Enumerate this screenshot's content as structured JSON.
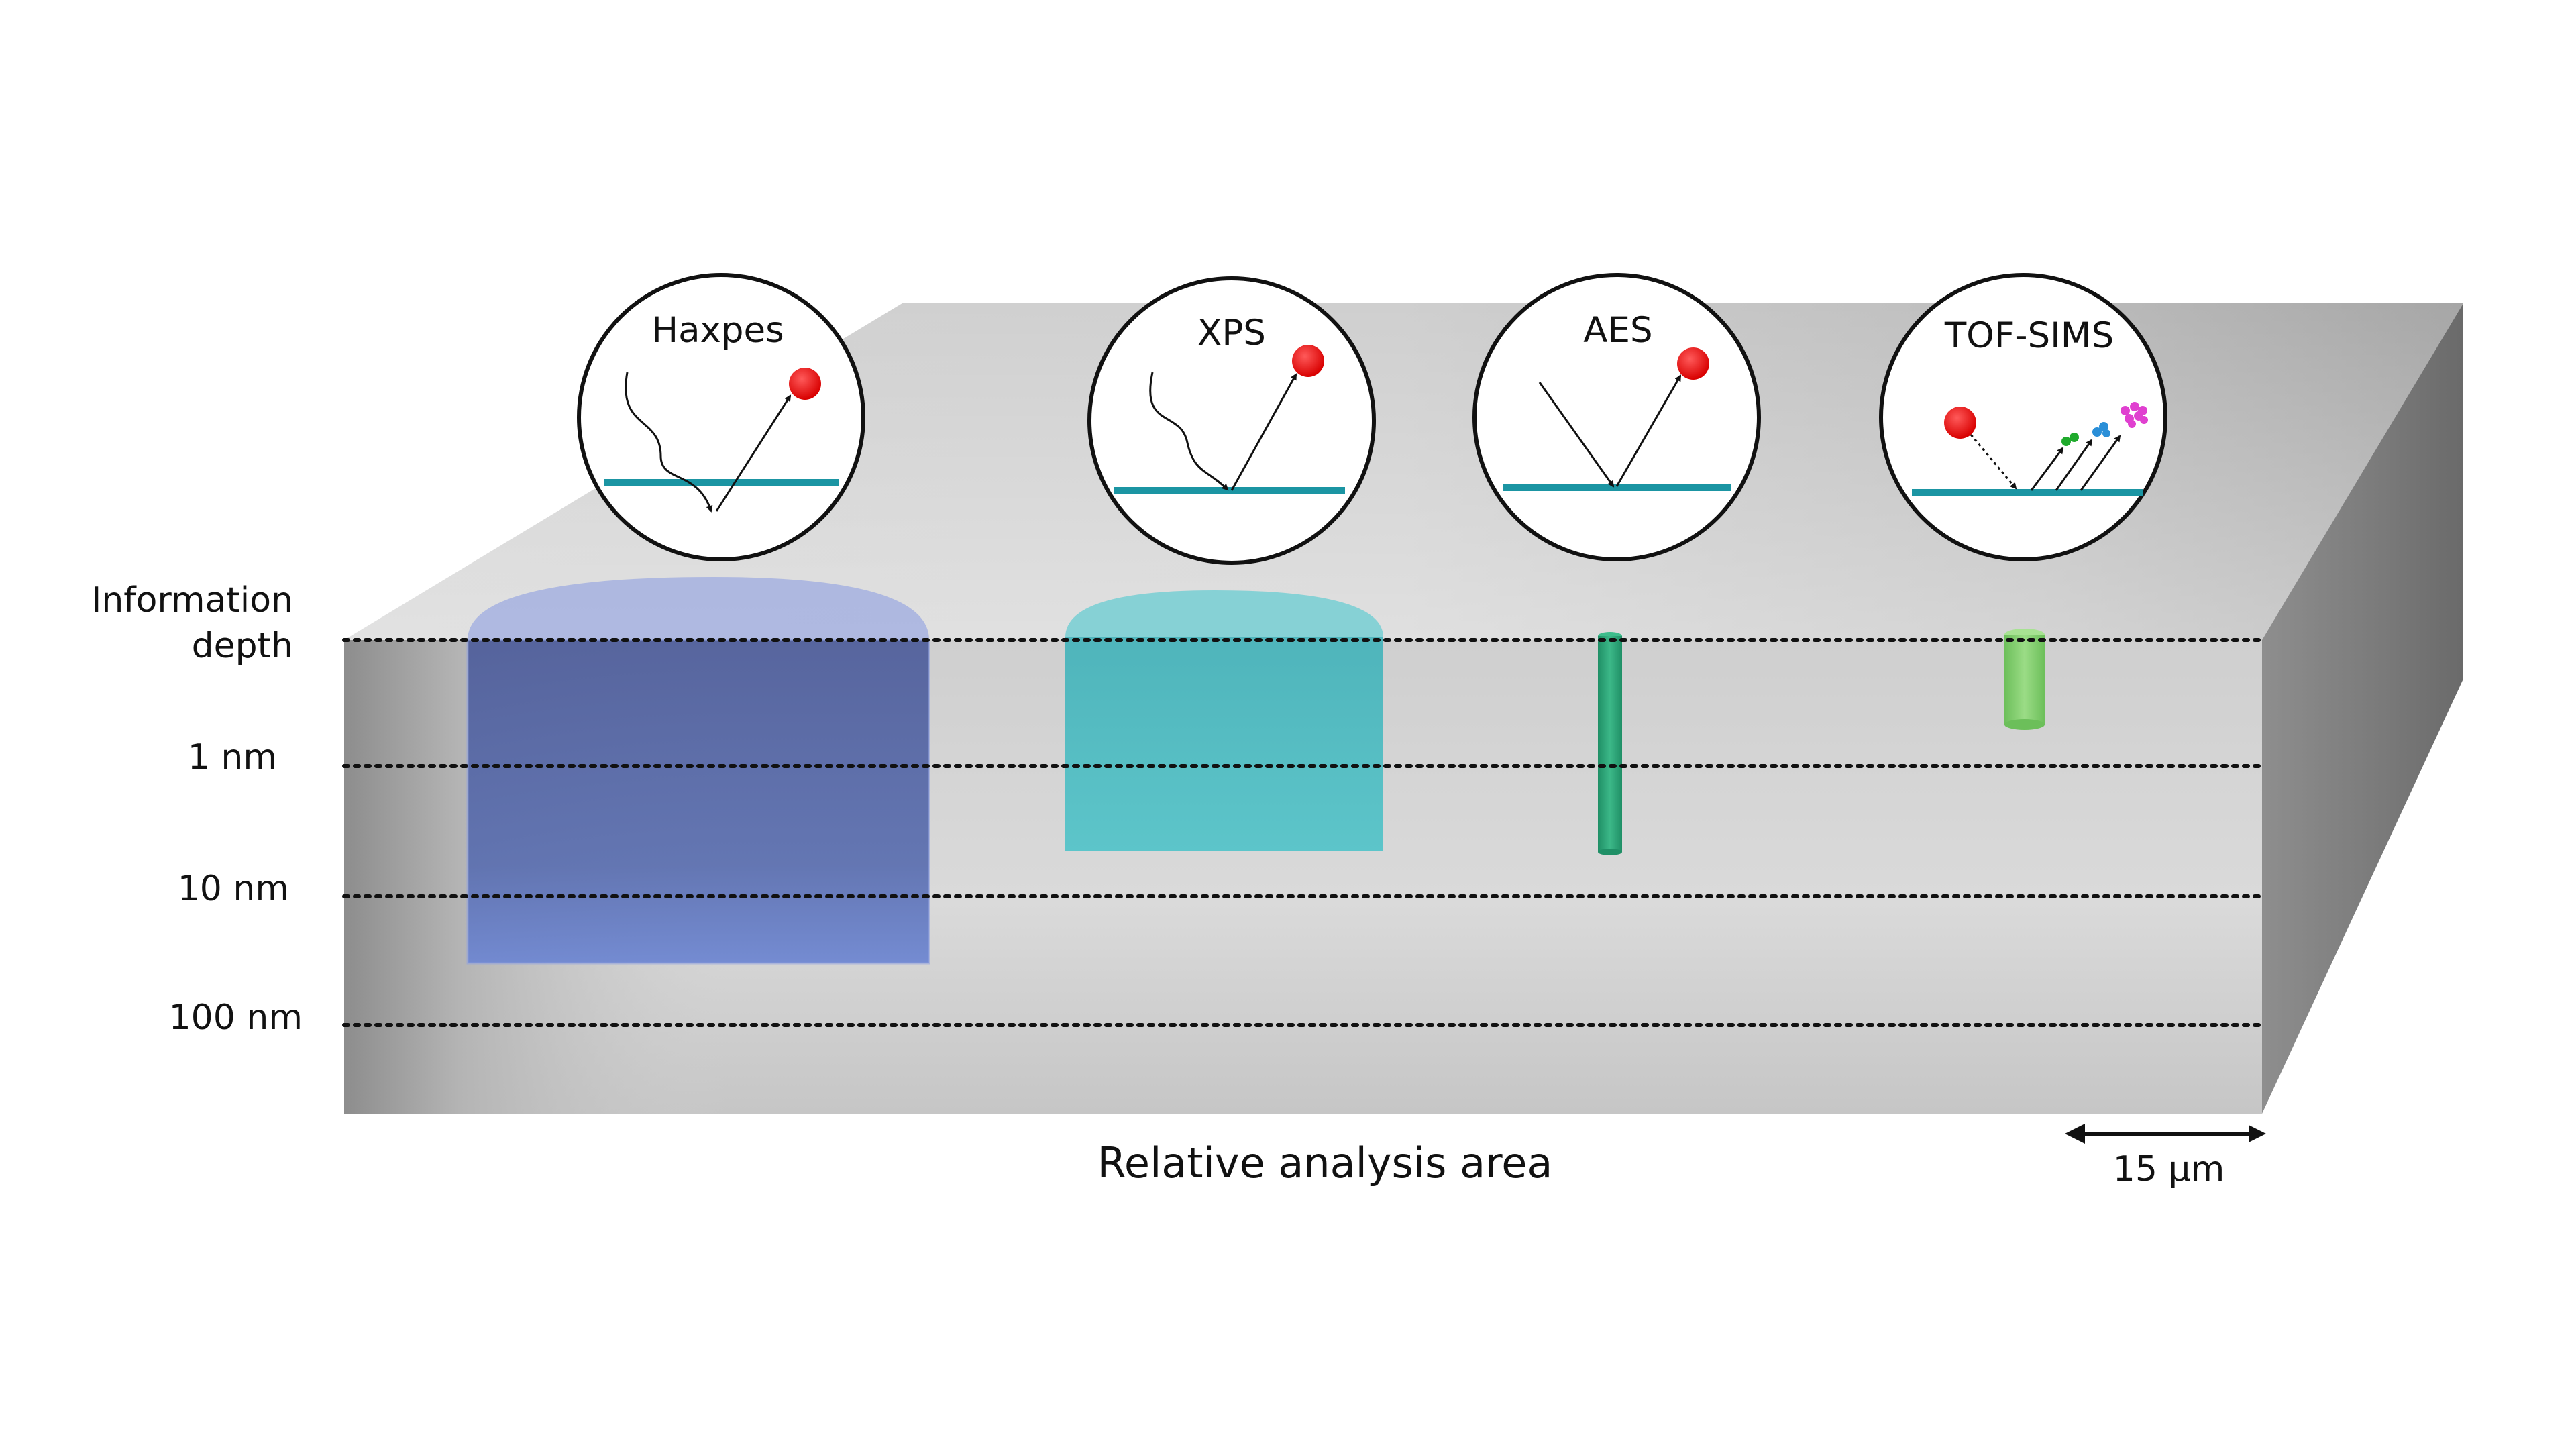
{
  "diagram": {
    "depth_axis": {
      "title_line1": "Information",
      "title_line2": "depth",
      "levels": [
        "1 nm",
        "10 nm",
        "100 nm"
      ]
    },
    "techniques": [
      {
        "name": "Haxpes",
        "volume_color": "#5a6aa8"
      },
      {
        "name": "XPS",
        "volume_color": "#4fb9bf"
      },
      {
        "name": "AES",
        "volume_color": "#2fa57a"
      },
      {
        "name": "TOF-SIMS",
        "volume_color": "#86cf72"
      }
    ],
    "x_axis_label": "Relative analysis area",
    "scale_bar": {
      "label": "15 µm"
    },
    "colors": {
      "surface_line": "#1b95a3",
      "particle": "#e00000",
      "fragment_green": "#1faa2c",
      "fragment_blue": "#2a8fd8",
      "fragment_magenta": "#e040d0"
    }
  }
}
